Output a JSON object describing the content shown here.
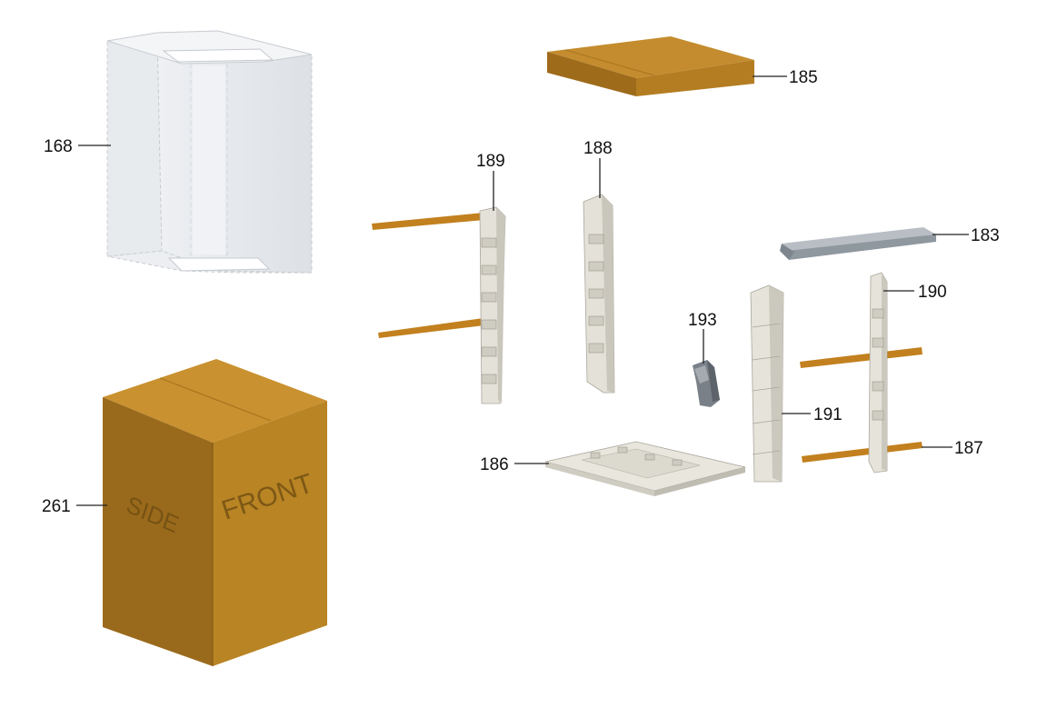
{
  "labels": {
    "p168": "168",
    "p185": "185",
    "p188": "188",
    "p189": "189",
    "p183": "183",
    "p190": "190",
    "p193": "193",
    "p191": "191",
    "p186": "186",
    "p187": "187",
    "p261": "261"
  },
  "box_print": {
    "side": "SIDE",
    "front": "FRONT"
  },
  "colors": {
    "cardboard": "#c08a2e",
    "cardboard_dark": "#8a5c14",
    "foam": "#e6e3da",
    "bag": "#e9ecef",
    "rod": "#c2801f",
    "bracket": "#9aa1a8"
  }
}
